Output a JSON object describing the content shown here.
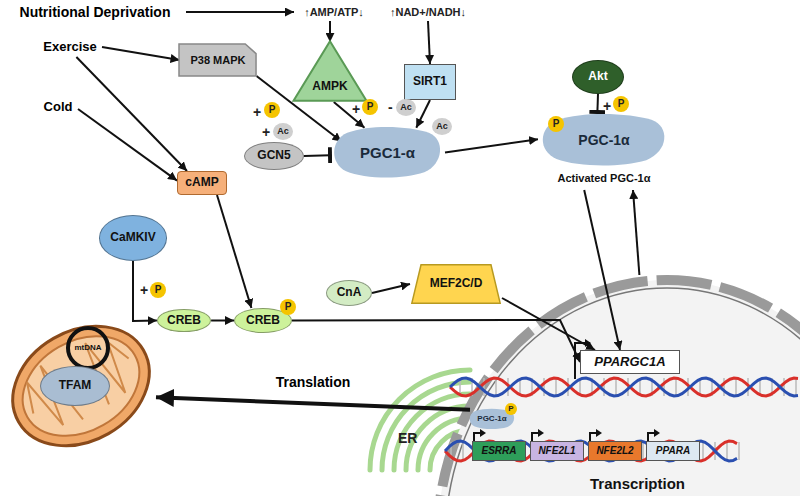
{
  "diagram": {
    "nodes": [
      {
        "text": [
          "Nutritional Deprivation"
        ]
      },
      {
        "text": [
          "Exercise"
        ]
      },
      {
        "text": [
          "Cold"
        ]
      },
      {
        "text": [
          "↑AMP/ATP↓"
        ]
      },
      {
        "text": [
          "↑NAD+/NADH↓"
        ]
      },
      {
        "text": [
          "AMPK"
        ]
      },
      {
        "text": [
          "SIRT1"
        ]
      },
      {
        "text": [
          "Akt"
        ]
      },
      {
        "text": [
          "P38 MAPK"
        ]
      },
      {
        "text": [
          "GCN5"
        ]
      },
      {
        "text": [
          "PGC1-α"
        ]
      },
      {
        "text": [
          "PGC-1α",
          "Activated PGC-1α"
        ]
      },
      {
        "text": [
          "cAMP"
        ]
      },
      {
        "text": [
          "CaMKIV"
        ]
      },
      {
        "text": [
          "CnA"
        ]
      },
      {
        "text": [
          "MEF2C/D"
        ]
      },
      {
        "text": [
          "CREB"
        ]
      },
      {
        "text": [
          "CREB"
        ]
      },
      {
        "text": [
          "Transcription"
        ]
      },
      {
        "text": [
          "PPARGC1A"
        ],
        "in": 18
      },
      {
        "text": [
          "PGC-1α"
        ],
        "in": 18
      },
      {
        "text": [
          "ESRRA"
        ],
        "in": 18
      },
      {
        "text": [
          "NFE2L1"
        ],
        "in": 18
      },
      {
        "text": [
          "NFE2L2"
        ],
        "in": 18
      },
      {
        "text": [
          "PPARA"
        ],
        "in": 18
      },
      {
        "text": []
      },
      {
        "text": [
          "mtDNA"
        ],
        "in": 25
      },
      {
        "text": [
          "TFAM"
        ],
        "in": 25
      }
    ],
    "edges": [
      {
        "from": 0,
        "to": 3,
        "arrow": "to"
      },
      {
        "from": 3,
        "to": 5,
        "arrow": "to"
      },
      {
        "from": 4,
        "to": 6,
        "arrow": "to"
      },
      {
        "from": 1,
        "to": 8,
        "arrow": "to"
      },
      {
        "from": 1,
        "to": 12,
        "arrow": "to"
      },
      {
        "from": 2,
        "to": 12,
        "arrow": "to"
      },
      {
        "from": 8,
        "to": 10,
        "arrow": "to"
      },
      {
        "from": 5,
        "to": 10,
        "arrow": "to"
      },
      {
        "from": 6,
        "to": 10,
        "arrow": "to"
      },
      {
        "from": 9,
        "to": 10,
        "arrow": "to"
      },
      {
        "from": 7,
        "to": 11,
        "arrow": "to"
      },
      {
        "from": 10,
        "to": 11,
        "arrow": "to"
      },
      {
        "from": 12,
        "to": 17,
        "arrow": "to"
      },
      {
        "from": 13,
        "to": 16,
        "arrow": "to"
      },
      {
        "from": 16,
        "to": 17,
        "arrow": "to"
      },
      {
        "from": 17,
        "to": 19,
        "arrow": "to"
      },
      {
        "from": 14,
        "to": 15,
        "arrow": "to"
      },
      {
        "from": 15,
        "to": 19,
        "arrow": "to"
      },
      {
        "from": 11,
        "to": 19,
        "arrow": "to"
      },
      {
        "from": 18,
        "to": 11,
        "arrow": "to"
      },
      {
        "from": 18,
        "to": 25,
        "label": "Translation",
        "arrow": "to"
      }
    ],
    "labels": [
      "+",
      "P",
      "+",
      "P",
      "-",
      "Ac",
      "Ac",
      "+",
      "Ac",
      "+",
      "P",
      "P",
      "+",
      "P",
      "P",
      "ER",
      "P"
    ]
  }
}
